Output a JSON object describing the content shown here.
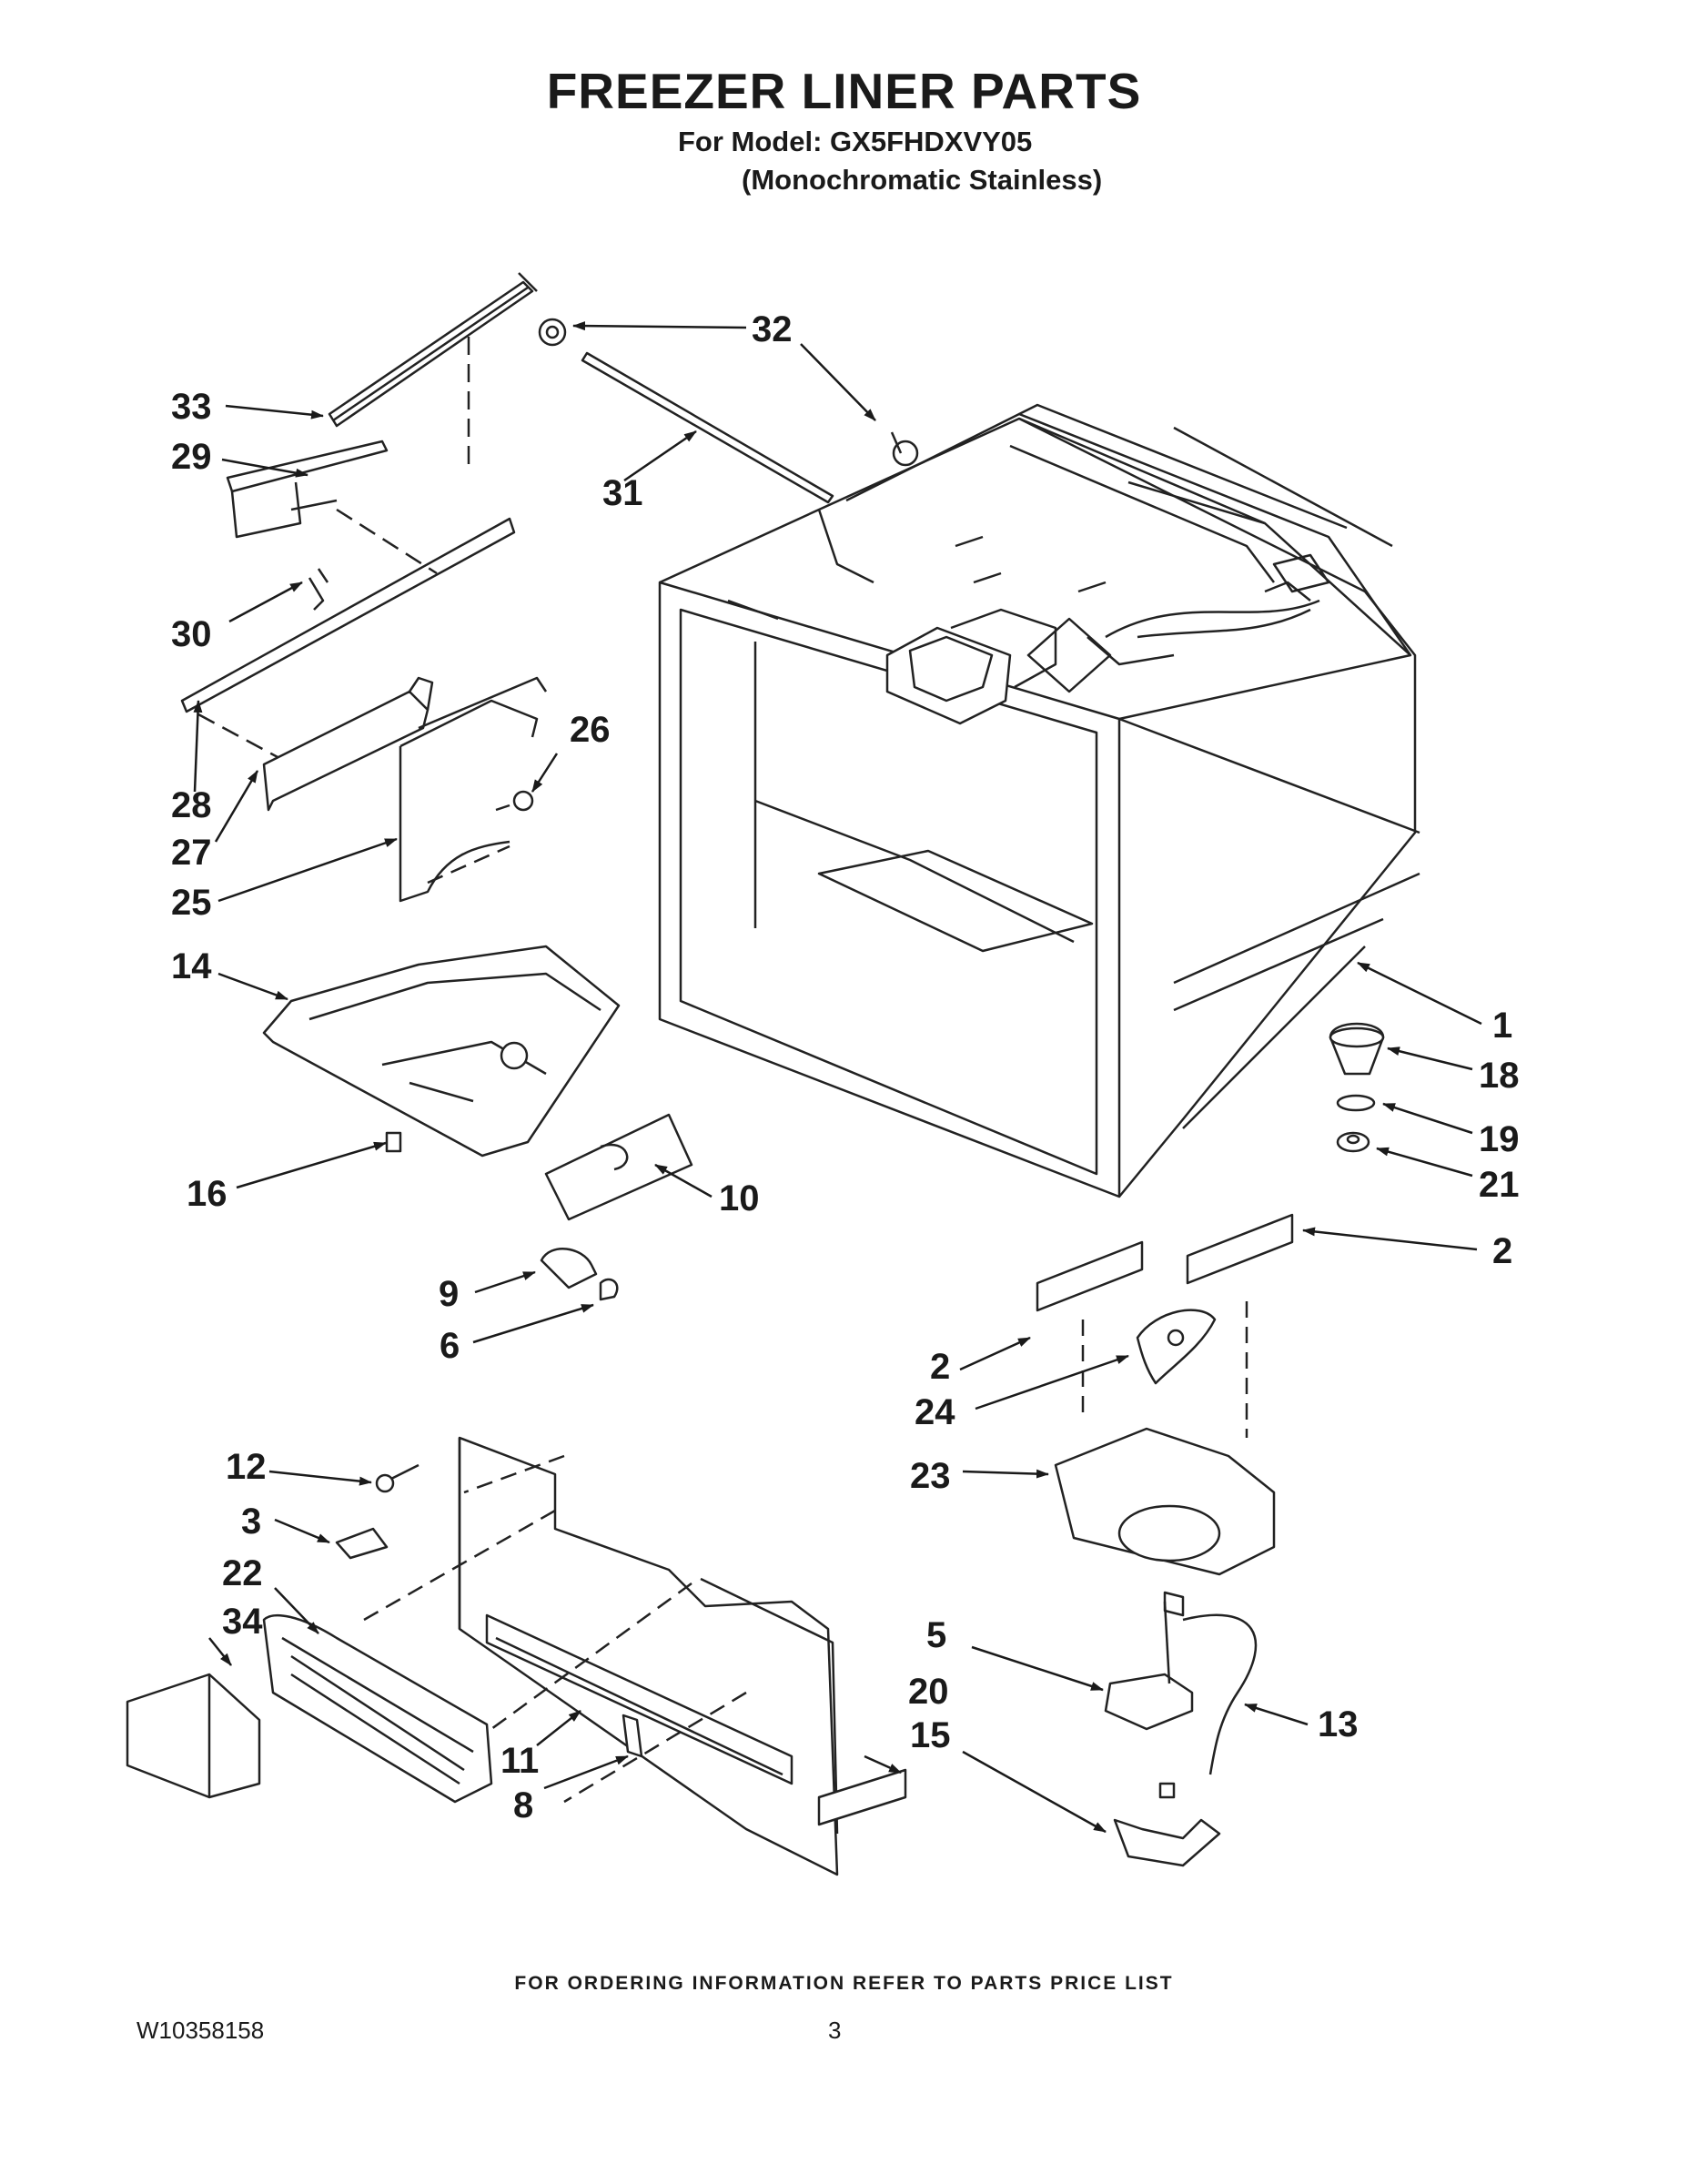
{
  "header": {
    "title": "FREEZER LINER PARTS",
    "model_line": "For Model: GX5FHDXVY05",
    "color_line": "(Monochromatic Stainless)"
  },
  "callouts": [
    "1",
    "2",
    "2",
    "3",
    "5",
    "6",
    "8",
    "9",
    "10",
    "11",
    "12",
    "13",
    "14",
    "15",
    "16",
    "18",
    "19",
    "20",
    "21",
    "22",
    "23",
    "24",
    "25",
    "26",
    "27",
    "28",
    "29",
    "30",
    "31",
    "32",
    "33",
    "34"
  ],
  "footer": {
    "ordering_note": "FOR ORDERING INFORMATION REFER TO PARTS PRICE LIST",
    "doc_number": "W10358158",
    "page_number": "3"
  }
}
